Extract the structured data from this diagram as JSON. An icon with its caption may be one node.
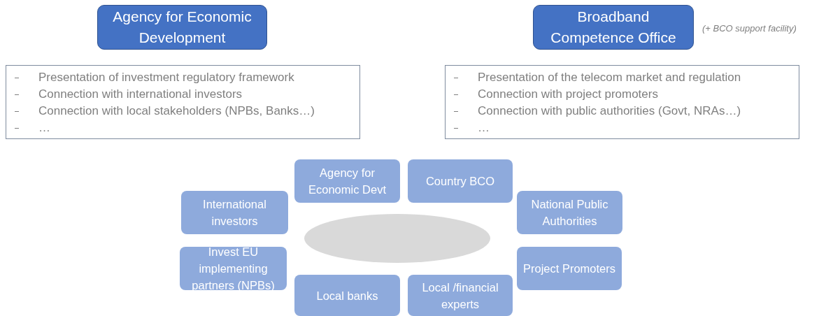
{
  "diagram": {
    "nodes": [
      {
        "text": [
          "Agency for Economic Development"
        ]
      },
      {
        "text": [
          "Broadband Competence Office"
        ],
        "beside": [
          "(+ BCO support facility)"
        ]
      },
      {
        "text": [
          "Presentation of investment regulatory framework",
          "Connection with international investors",
          "Connection with local stakeholders (NPBs, Banks…)",
          "…"
        ]
      },
      {
        "text": [
          "Presentation of the telecom market and regulation",
          "Connection with project promoters",
          "Connection with public authorities (Govt, NRAs…)",
          "…"
        ]
      },
      {
        "text": [
          "Agency for Economic Devt"
        ]
      },
      {
        "text": [
          "Country BCO"
        ]
      },
      {
        "text": [
          "International investors"
        ]
      },
      {
        "text": [
          "National Public Authorities"
        ]
      },
      {
        "text": [],
        "shape": "ellipse"
      },
      {
        "text": [
          "Invest EU implementing partners (NPBs)"
        ]
      },
      {
        "text": [
          "Project Promoters"
        ]
      },
      {
        "text": [
          "Local banks"
        ]
      },
      {
        "text": [
          "Local /financial experts"
        ]
      }
    ],
    "edges": []
  }
}
